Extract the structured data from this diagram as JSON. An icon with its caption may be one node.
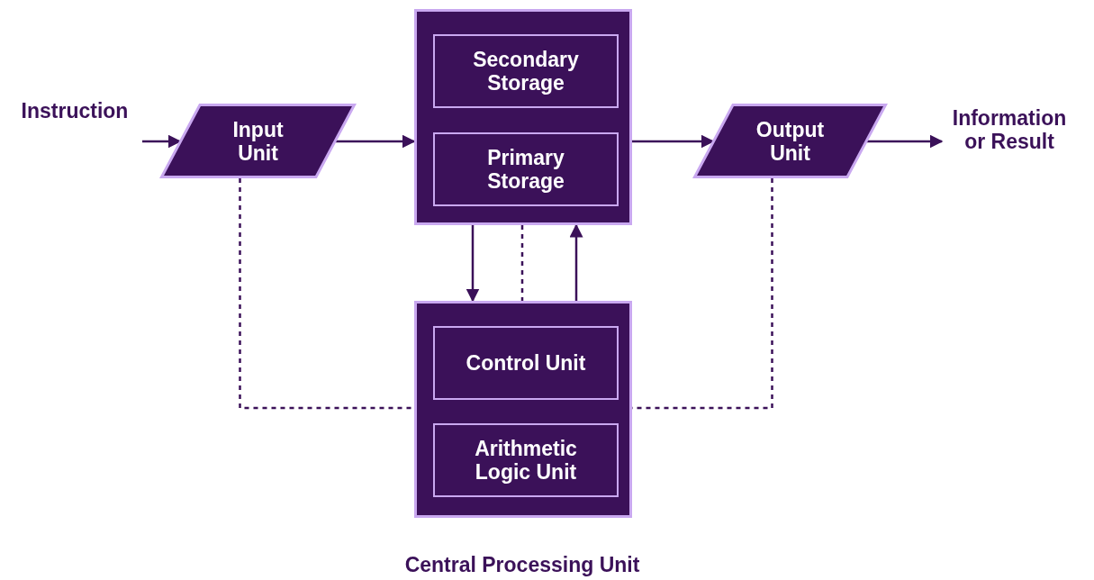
{
  "diagram": {
    "caption": "Central Processing Unit",
    "nodes": [
      {
        "text": [
          "Instruction"
        ]
      },
      {
        "text": [
          "Input Unit"
        ]
      },
      {
        "text": [],
        "shape": "box"
      },
      {
        "text": [
          "Secondary Storage"
        ],
        "in": 2
      },
      {
        "text": [
          "Primary Storage"
        ],
        "in": 2
      },
      {
        "text": [
          "Output Unit"
        ]
      },
      {
        "text": [
          "Information or Result"
        ]
      },
      {
        "text": [],
        "shape": "box"
      },
      {
        "text": [
          "Control Unit"
        ],
        "in": 7
      },
      {
        "text": [
          "Arithmetic Logic Unit"
        ],
        "in": 7
      }
    ],
    "edges": [
      {
        "from": 0,
        "to": 1,
        "arrow": "to"
      },
      {
        "from": 1,
        "to": 2,
        "arrow": "to"
      },
      {
        "from": 2,
        "to": 5,
        "arrow": "to"
      },
      {
        "from": 5,
        "to": 6,
        "arrow": "to"
      },
      {
        "from": 2,
        "to": 7,
        "arrow": "to"
      },
      {
        "from": 7,
        "to": 2,
        "arrow": "to"
      },
      {
        "from": 2,
        "to": 7,
        "arrow": "none",
        "style": "dashed"
      },
      {
        "from": 1,
        "to": 7,
        "arrow": "none",
        "style": "dashed"
      },
      {
        "from": 5,
        "to": 7,
        "arrow": "none",
        "style": "dashed"
      }
    ]
  }
}
